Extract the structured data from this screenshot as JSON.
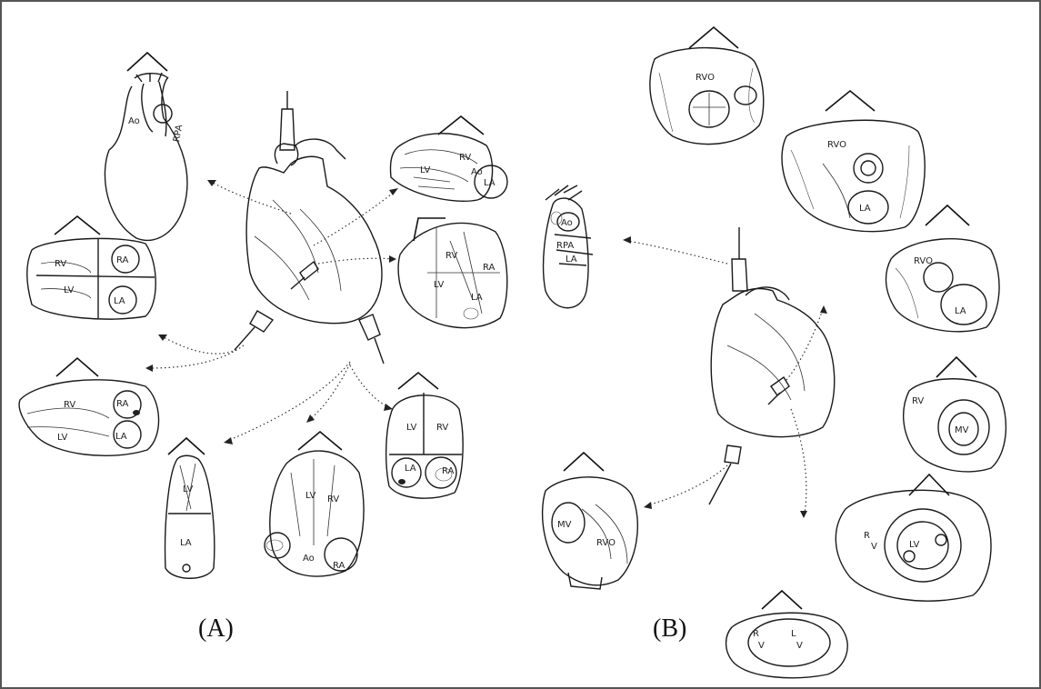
{
  "panels": {
    "a": "(A)",
    "b": "(B)"
  },
  "labels": {
    "a_sup_ao": "Ao",
    "a_sup_rpa": "RPA",
    "a_plax_rv": "RV",
    "a_plax_lv": "LV",
    "a_plax_ao": "Ao",
    "a_plax_la": "LA",
    "a_a4c_rv": "RV",
    "a_a4c_ra": "RA",
    "a_a4c_lv": "LV",
    "a_a4c_la": "LA",
    "a_sc_rv": "RV",
    "a_sc_ra": "RA",
    "a_sc_lv": "LV",
    "a_sc_la": "LA",
    "a_sub_rv": "RV",
    "a_sub_ra": "RA",
    "a_sub_lv": "LV",
    "a_sub_la": "LA",
    "a_a4c2_rv": "RV",
    "a_a4c2_ra": "RA",
    "a_a4c2_lv": "LV",
    "a_a4c2_la": "LA",
    "a_a2c_lv": "LV",
    "a_a2c_la": "LA",
    "a_a5c_lv": "LV",
    "a_a5c_rv": "RV",
    "a_a5c_ao": "Ao",
    "a_a5c_ra": "RA",
    "b_sup_ao": "Ao",
    "b_sup_rpa": "RPA",
    "b_sup_la": "LA",
    "b_s1_rvo": "RVO",
    "b_s2_rvo": "RVO",
    "b_s2_la": "LA",
    "b_s3_rvo": "RVO",
    "b_s3_la": "LA",
    "b_s4_rv": "RV",
    "b_s4_mv": "MV",
    "b_s5_r": "R",
    "b_s5_v": "V",
    "b_s5_lv": "LV",
    "b_s6_r": "R",
    "b_s6_v": "V",
    "b_s6_l": "L",
    "b_s6_v2": "V",
    "b_low_mv": "MV",
    "b_low_rvo": "RVO"
  }
}
